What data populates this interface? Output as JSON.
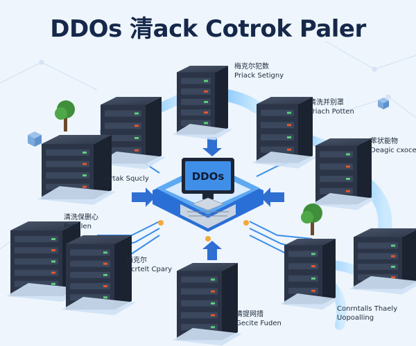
{
  "title": "DDOs 清ack Cotrok Paler",
  "center_screen_text": "DDOs",
  "labels": {
    "top": [
      "梅克尔犯数",
      "Priack Setigny"
    ],
    "right_upper": [
      "清洗并别罩",
      "Triach Potten"
    ],
    "right_mid": [
      "苯状能物",
      "Deagic cxoce"
    ],
    "left_mid": [
      "Sortak Squcly"
    ],
    "left_lower": [
      "清洗保删心",
      "Petiolen"
    ],
    "bottom_left": [
      "梅克尔",
      "Ccrtelt Cpary"
    ],
    "bottom_center": [
      "清提网措",
      "Gecite Fuden"
    ],
    "bottom_right": [
      "Conrntalls Thaely",
      "Uopoalling"
    ]
  },
  "colors": {
    "background": "#eef5fc",
    "server_dark": "#2b3547",
    "server_side": "#1b2230",
    "accent_blue": "#3a8ee6",
    "glow_blue": "#7cc4ff",
    "tree_green": "#3f8f3a"
  }
}
